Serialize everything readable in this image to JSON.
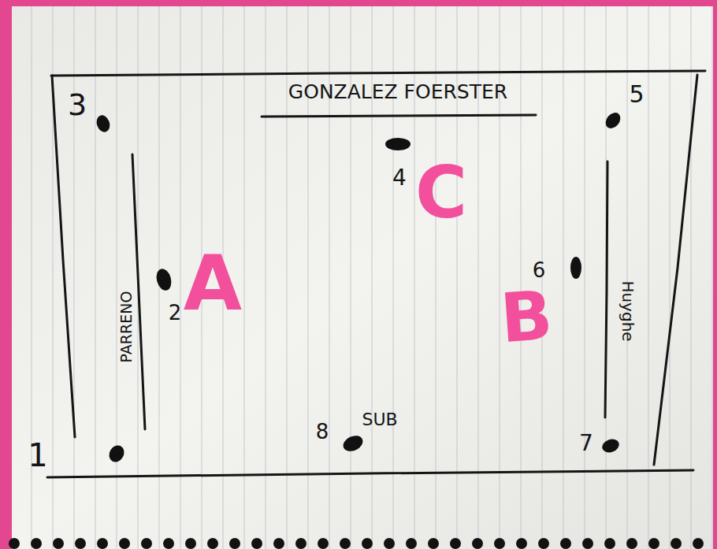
{
  "diagram": {
    "labels": [
      "GONZALEZ FOERSTER",
      "PARRENO",
      "Huyghe",
      "1",
      "2",
      "3",
      "4",
      "5",
      "6",
      "7",
      "8",
      "SUB",
      "A",
      "B",
      "C"
    ]
  }
}
